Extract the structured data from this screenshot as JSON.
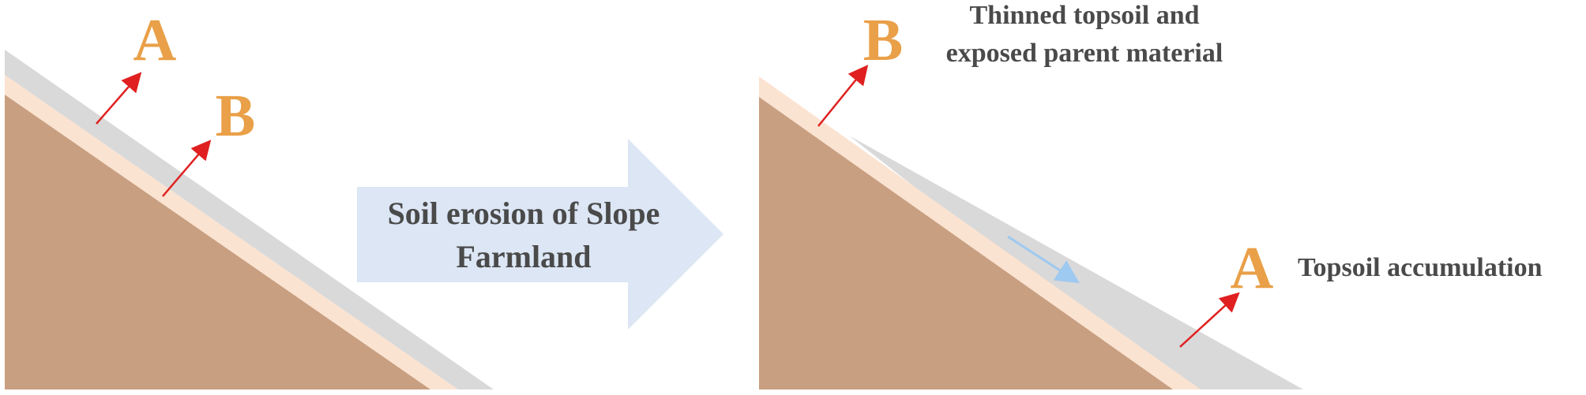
{
  "colors": {
    "subsoil": "#c89f80",
    "topsoil_light": "#fbe3d2",
    "topsoil_gray": "#d9d9d9",
    "letter": "#e9a048",
    "red_arrow": "#e02020",
    "flow_arrow": "#9ec9f0",
    "big_arrow": "#dce6f4",
    "text": "#4a4a4a"
  },
  "before": {
    "label_a": "A",
    "label_b": "B"
  },
  "process": {
    "line1": "Soil erosion of Slope",
    "line2": "Farmland"
  },
  "after": {
    "label_b": "B",
    "label_a": "A",
    "note_b_line1": "Thinned topsoil and",
    "note_b_line2": "exposed parent material",
    "note_a": "Topsoil accumulation"
  }
}
